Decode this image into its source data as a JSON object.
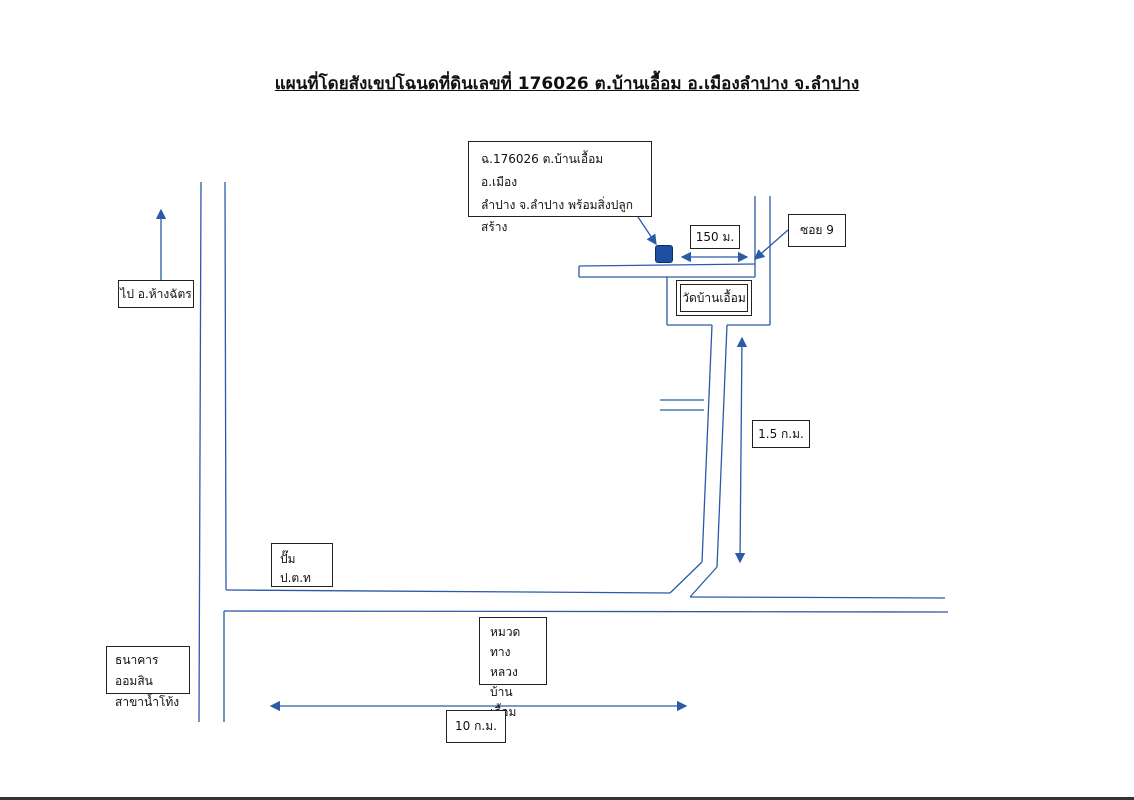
{
  "title": "แผนที่โดยสังเขปโฉนดที่ดินเลขที่ 176026 ต.บ้านเอื้อม อ.เมืองลำปาง จ.ลำปาง",
  "labels": {
    "plot_line1": "ฉ.176026 ต.บ้านเอื้อม อ.เมือง",
    "plot_line2": "ลำปาง จ.ลำปาง พร้อมสิ่งปลูกสร้าง",
    "dist_150": "150 ม.",
    "soi": "ซอย 9",
    "temple": "วัดบ้านเอื้อม",
    "to_hang_chat": "ไป อ.ห้างฉัตร",
    "dist_1_5": "1.5 ก.ม.",
    "ptt_pump": "ปั๊ม ป.ต.ท",
    "highway_line1": "หมวดทาง",
    "highway_line2": "หลวงบ้าน",
    "highway_line3": "เอื้อม",
    "bank_line1": "ธนาคารออมสิน",
    "bank_line2": "สาขาน้ำโท้ง",
    "dist_10": "10 ก.ม."
  },
  "colors": {
    "road": "#2a5aa8",
    "arrow": "#2a5aa8",
    "marker": "#1f4fa0",
    "text": "#111111"
  },
  "icons": {
    "plot_marker": "square-marker"
  }
}
